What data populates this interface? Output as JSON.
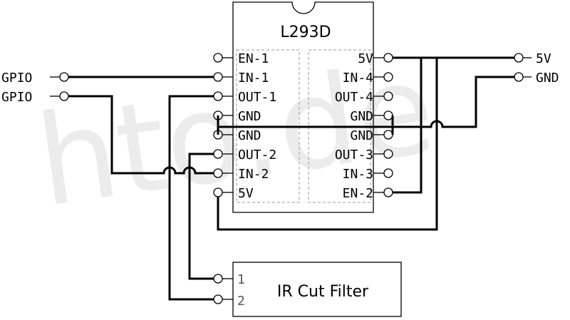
{
  "watermark": "hto.de",
  "chip": {
    "name": "L293D",
    "left_pins": [
      "EN-1",
      "IN-1",
      "OUT-1",
      "GND",
      "GND",
      "OUT-2",
      "IN-2",
      "5V"
    ],
    "right_pins": [
      "5V",
      "IN-4",
      "OUT-4",
      "GND",
      "GND",
      "OUT-3",
      "IN-3",
      "EN-2"
    ]
  },
  "external": {
    "left": [
      "GPIO",
      "GPIO"
    ],
    "right": [
      "5V",
      "GND"
    ]
  },
  "filter": {
    "name": "IR Cut Filter",
    "pins": [
      "1",
      "2"
    ]
  }
}
